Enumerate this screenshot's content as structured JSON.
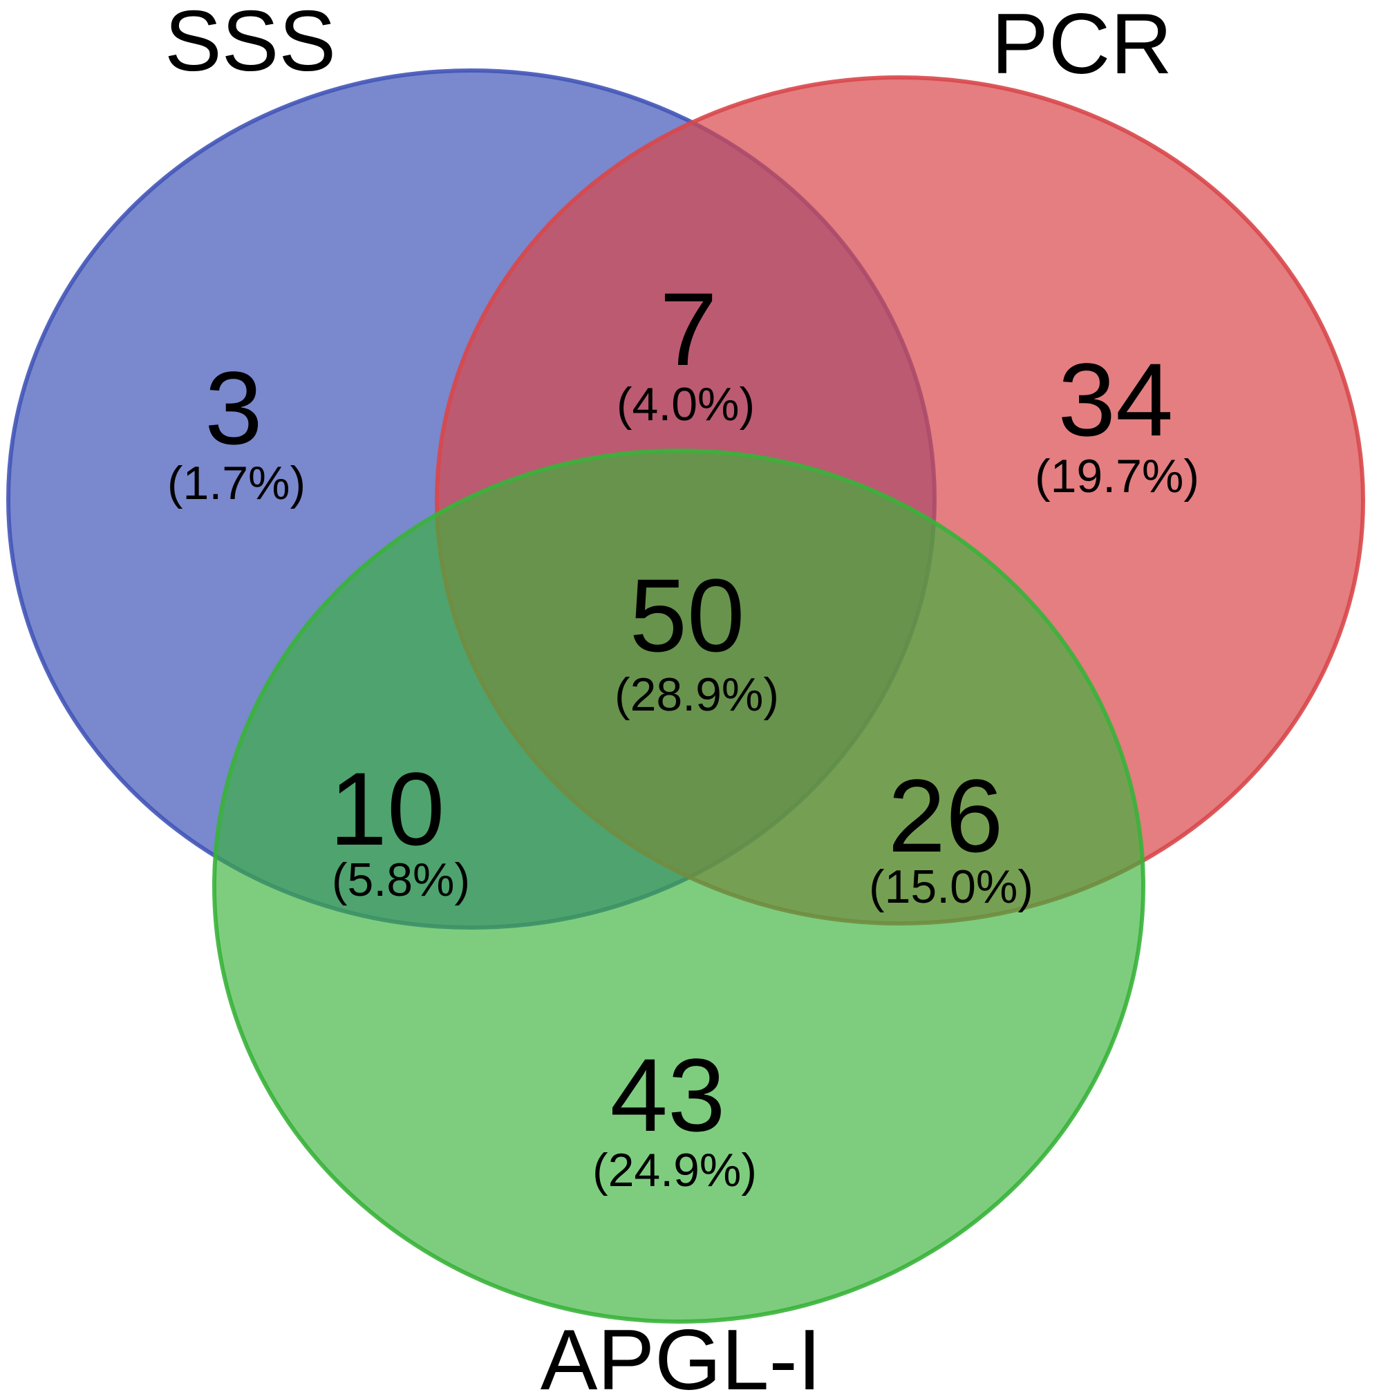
{
  "sets": [
    {
      "id": "sss",
      "label": "SSS",
      "color": "#4255b8"
    },
    {
      "id": "pcr",
      "label": "PCR",
      "color": "#d8474a"
    },
    {
      "id": "apgl",
      "label": "APGL-I",
      "color": "#39b23a"
    }
  ],
  "regions": [
    {
      "id": "sss_only",
      "sets": [
        "SSS"
      ],
      "count": "3",
      "percent": "(1.7%)"
    },
    {
      "id": "sss_pcr",
      "sets": [
        "SSS",
        "PCR"
      ],
      "count": "7",
      "percent": "(4.0%)"
    },
    {
      "id": "pcr_only",
      "sets": [
        "PCR"
      ],
      "count": "34",
      "percent": "(19.7%)"
    },
    {
      "id": "all_three",
      "sets": [
        "SSS",
        "PCR",
        "APGL-I"
      ],
      "count": "50",
      "percent": "(28.9%)"
    },
    {
      "id": "sss_apgl",
      "sets": [
        "SSS",
        "APGL-I"
      ],
      "count": "10",
      "percent": "(5.8%)"
    },
    {
      "id": "pcr_apgl",
      "sets": [
        "PCR",
        "APGL-I"
      ],
      "count": "26",
      "percent": "(15.0%)"
    },
    {
      "id": "apgl_only",
      "sets": [
        "APGL-I"
      ],
      "count": "43",
      "percent": "(24.9%)"
    }
  ]
}
